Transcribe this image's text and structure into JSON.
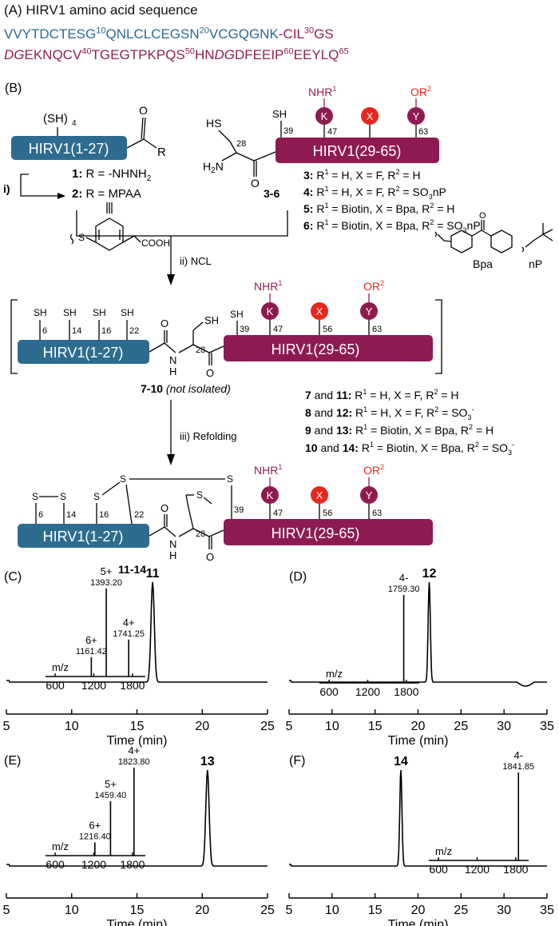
{
  "panel_a": {
    "heading": "(A) HIRV1 amino acid sequence",
    "line1": [
      {
        "t": "VVYTDCTESG",
        "c": "teal"
      },
      {
        "t": "10",
        "c": "teal",
        "sup": true
      },
      {
        "t": "QNLCLCEGSN",
        "c": "teal"
      },
      {
        "t": "20",
        "c": "teal",
        "sup": true
      },
      {
        "t": "VCGQGNK",
        "c": "teal"
      },
      {
        "t": "-CIL",
        "c": "maroon"
      },
      {
        "t": "30",
        "c": "maroon",
        "sup": true
      },
      {
        "t": "GS",
        "c": "maroon"
      }
    ],
    "line2": [
      {
        "t": "DG",
        "c": "maroon",
        "it": true
      },
      {
        "t": "EKNQCV",
        "c": "maroon"
      },
      {
        "t": "40",
        "c": "maroon",
        "sup": true
      },
      {
        "t": "TGEGTPKPQS",
        "c": "maroon"
      },
      {
        "t": "50",
        "c": "maroon",
        "sup": true
      },
      {
        "t": "HN",
        "c": "maroon"
      },
      {
        "t": "DG",
        "c": "maroon",
        "it": true
      },
      {
        "t": "DFEEIP",
        "c": "maroon"
      },
      {
        "t": "60",
        "c": "maroon",
        "sup": true
      },
      {
        "t": "EEYLQ",
        "c": "maroon"
      },
      {
        "t": "65",
        "c": "maroon",
        "sup": true
      }
    ]
  },
  "panel_b": {
    "label": "(B)",
    "fragment1": "HIRV1(1-27)",
    "fragment2": "HIRV1(29-65)",
    "sh4": "(SH)",
    "sh4_sub": "4",
    "o": "O",
    "r": "R",
    "step_i": "i)",
    "cmpd1_num": "1:",
    "cmpd1_r": " R = -NHNH",
    "cmpd1_sub": "2",
    "cmpd2_num": "2:",
    "cmpd2_r": " R = MPAA",
    "mpaa_s": "S",
    "mpaa_acid": "COOH",
    "hs": "HS",
    "h2n": "H",
    "h2n_sub": "2",
    "h2n_n": "N",
    "sh": "SH",
    "nhr1": "NHR",
    "or2": "OR",
    "sup1": "1",
    "sup2": "2",
    "res_k": "K",
    "res_x": "X",
    "res_y": "Y",
    "pos28": "28",
    "pos39": "39",
    "pos47": "47",
    "pos56": "56",
    "pos63": "63",
    "pos6": "6",
    "pos14": "14",
    "pos16": "16",
    "pos22": "22",
    "range36": "3-6",
    "step_ii": "ii) NCL",
    "step_iii": "iii) Refolding",
    "bpa": "Bpa",
    "np": "nP",
    "h": "H",
    "n": "N",
    "s": "S",
    "range710": "7-10",
    "not_isolated": "(not isolated)",
    "range1114": "11-14",
    "defs36": [
      {
        "n": "3:",
        "a": " R",
        "b": " = H, X = F, R",
        "c": " = H"
      },
      {
        "n": "4:",
        "a": " R",
        "b": " = H, X = F, R",
        "c": " = SO",
        "d": "3",
        "e": "nP"
      },
      {
        "n": "5:",
        "a": " R",
        "b": " = Biotin, X = Bpa, R",
        "c": " = H"
      },
      {
        "n": "6:",
        "a": " R",
        "b": " = Biotin, X = Bpa, R",
        "c": " = SO",
        "d": "3",
        "e": "nP"
      }
    ],
    "defs714": [
      {
        "n1": "7",
        "and": " and ",
        "n2": "11:",
        "a": " R",
        "b": " = H, X = F, R",
        "c": " = H"
      },
      {
        "n1": "8",
        "and": " and ",
        "n2": "12:",
        "a": " R",
        "b": " = H, X = F, R",
        "c": " = SO",
        "d": "3",
        "e": "-"
      },
      {
        "n1": "9",
        "and": " and ",
        "n2": "13:",
        "a": " R",
        "b": " = Biotin, X = Bpa, R",
        "c": " = H"
      },
      {
        "n1": "10",
        "and": " and ",
        "n2": "14:",
        "a": " R",
        "b": " = Biotin, X = Bpa, R",
        "c": " = SO",
        "d": "3",
        "e": "-"
      }
    ]
  },
  "chart_data": [
    {
      "type": "line",
      "panel": "(C)",
      "compound": "11",
      "xlabel": "Time (min)",
      "xlim": [
        5,
        25
      ],
      "xticks": [
        5,
        10,
        15,
        20,
        25
      ],
      "peak_time": 16.2,
      "inset": {
        "xlabel": "m/z",
        "xticks": [
          600,
          1200,
          1800
        ],
        "peaks": [
          {
            "mz": 1161.42,
            "charge": "6+",
            "rel": 0.22
          },
          {
            "mz": 1393.2,
            "charge": "5+",
            "rel": 1.0
          },
          {
            "mz": 1741.25,
            "charge": "4+",
            "rel": 0.42
          }
        ]
      }
    },
    {
      "type": "line",
      "panel": "(D)",
      "compound": "12",
      "xlabel": "Time (min)",
      "xlim": [
        5,
        35
      ],
      "xticks": [
        5,
        10,
        15,
        20,
        25,
        30,
        35
      ],
      "peak_time": 21.3,
      "inset": {
        "xlabel": "m/z",
        "xticks": [
          600,
          1200,
          1800
        ],
        "peaks": [
          {
            "mz": 1759.3,
            "charge": "4-",
            "rel": 1.0
          }
        ]
      }
    },
    {
      "type": "line",
      "panel": "(E)",
      "compound": "13",
      "xlabel": "Time (min)",
      "xlim": [
        5,
        25
      ],
      "xticks": [
        5,
        10,
        15,
        20,
        25
      ],
      "peak_time": 20.4,
      "inset": {
        "xlabel": "m/z",
        "xticks": [
          600,
          1200,
          1800
        ],
        "peaks": [
          {
            "mz": 1216.4,
            "charge": "6+",
            "rel": 0.15
          },
          {
            "mz": 1459.4,
            "charge": "5+",
            "rel": 0.62
          },
          {
            "mz": 1823.8,
            "charge": "4+",
            "rel": 1.0
          }
        ]
      }
    },
    {
      "type": "line",
      "panel": "(F)",
      "compound": "14",
      "xlabel": "Time (min)",
      "xlim": [
        5,
        35
      ],
      "xticks": [
        5,
        10,
        15,
        20,
        25,
        30,
        35
      ],
      "peak_time": 18.0,
      "inset": {
        "xlabel": "m/z",
        "xticks": [
          600,
          1200,
          1800
        ],
        "peaks": [
          {
            "mz": 1841.85,
            "charge": "4-",
            "rel": 1.0
          }
        ]
      }
    }
  ]
}
